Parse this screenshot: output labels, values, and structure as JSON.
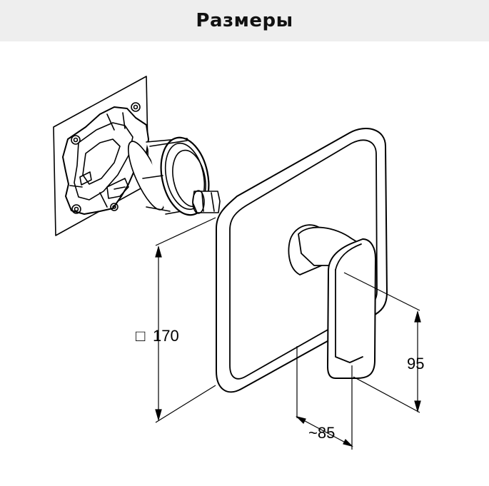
{
  "header": {
    "title": "Размеры"
  },
  "dimensions": {
    "cover_size_symbol": "□",
    "cover_size": "170",
    "lever_height": "95",
    "lever_depth": "~85"
  },
  "colors": {
    "header_bg": "#eeeeee",
    "line": "#000000",
    "background": "#ffffff"
  }
}
